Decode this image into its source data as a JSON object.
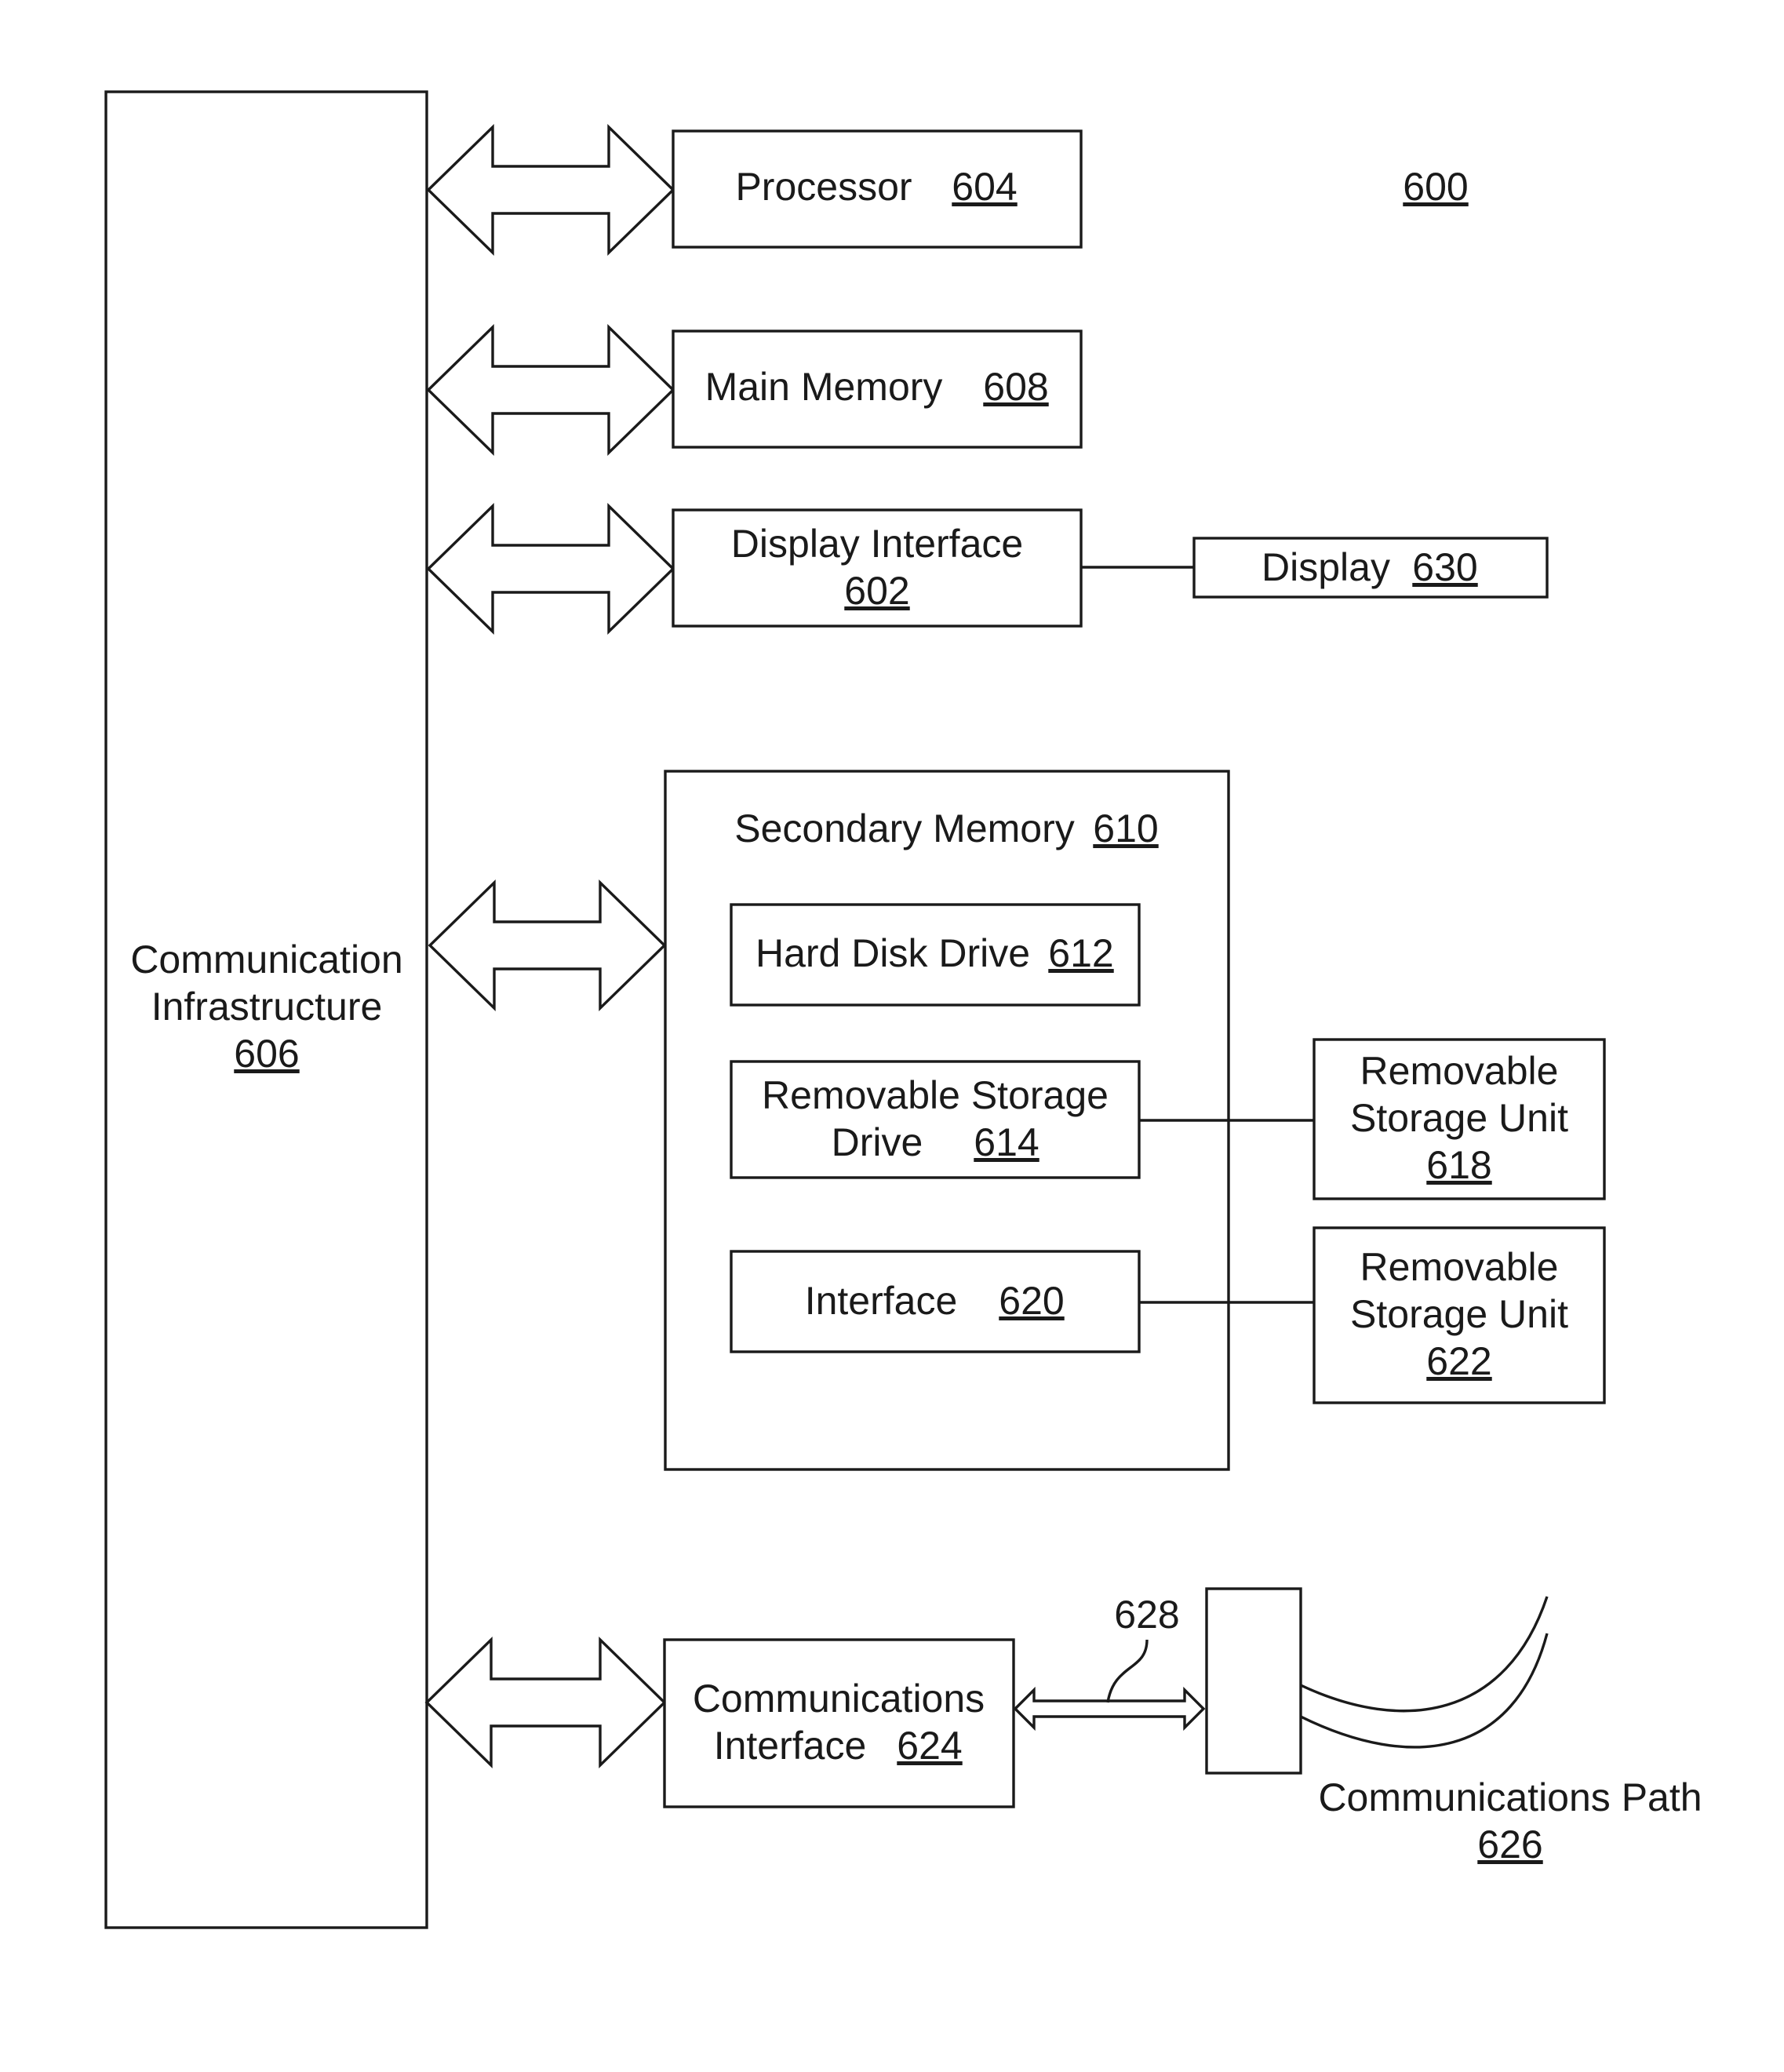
{
  "figure": {
    "ref": "600",
    "communication_infrastructure": {
      "line1": "Communication",
      "line2": "Infrastructure",
      "ref": "606"
    },
    "processor": {
      "label": "Processor",
      "ref": "604"
    },
    "main_memory": {
      "label": "Main Memory",
      "ref": "608"
    },
    "display_interface": {
      "label": "Display Interface",
      "ref": "602"
    },
    "display": {
      "label": "Display",
      "ref": "630"
    },
    "secondary_memory": {
      "label": "Secondary Memory",
      "ref": "610"
    },
    "hard_disk_drive": {
      "label": "Hard Disk Drive",
      "ref": "612"
    },
    "removable_storage_drive": {
      "line1": "Removable Storage",
      "line2": "Drive",
      "ref": "614"
    },
    "interface": {
      "label": "Interface",
      "ref": "620"
    },
    "removable_storage_unit_618": {
      "line1": "Removable",
      "line2": "Storage Unit",
      "ref": "618"
    },
    "removable_storage_unit_622": {
      "line1": "Removable",
      "line2": "Storage Unit",
      "ref": "622"
    },
    "communications_interface": {
      "line1": "Communications",
      "line2": "Interface",
      "ref": "624"
    },
    "communications_path": {
      "label": "Communications Path",
      "ref": "626"
    },
    "signal_ref": "628"
  }
}
